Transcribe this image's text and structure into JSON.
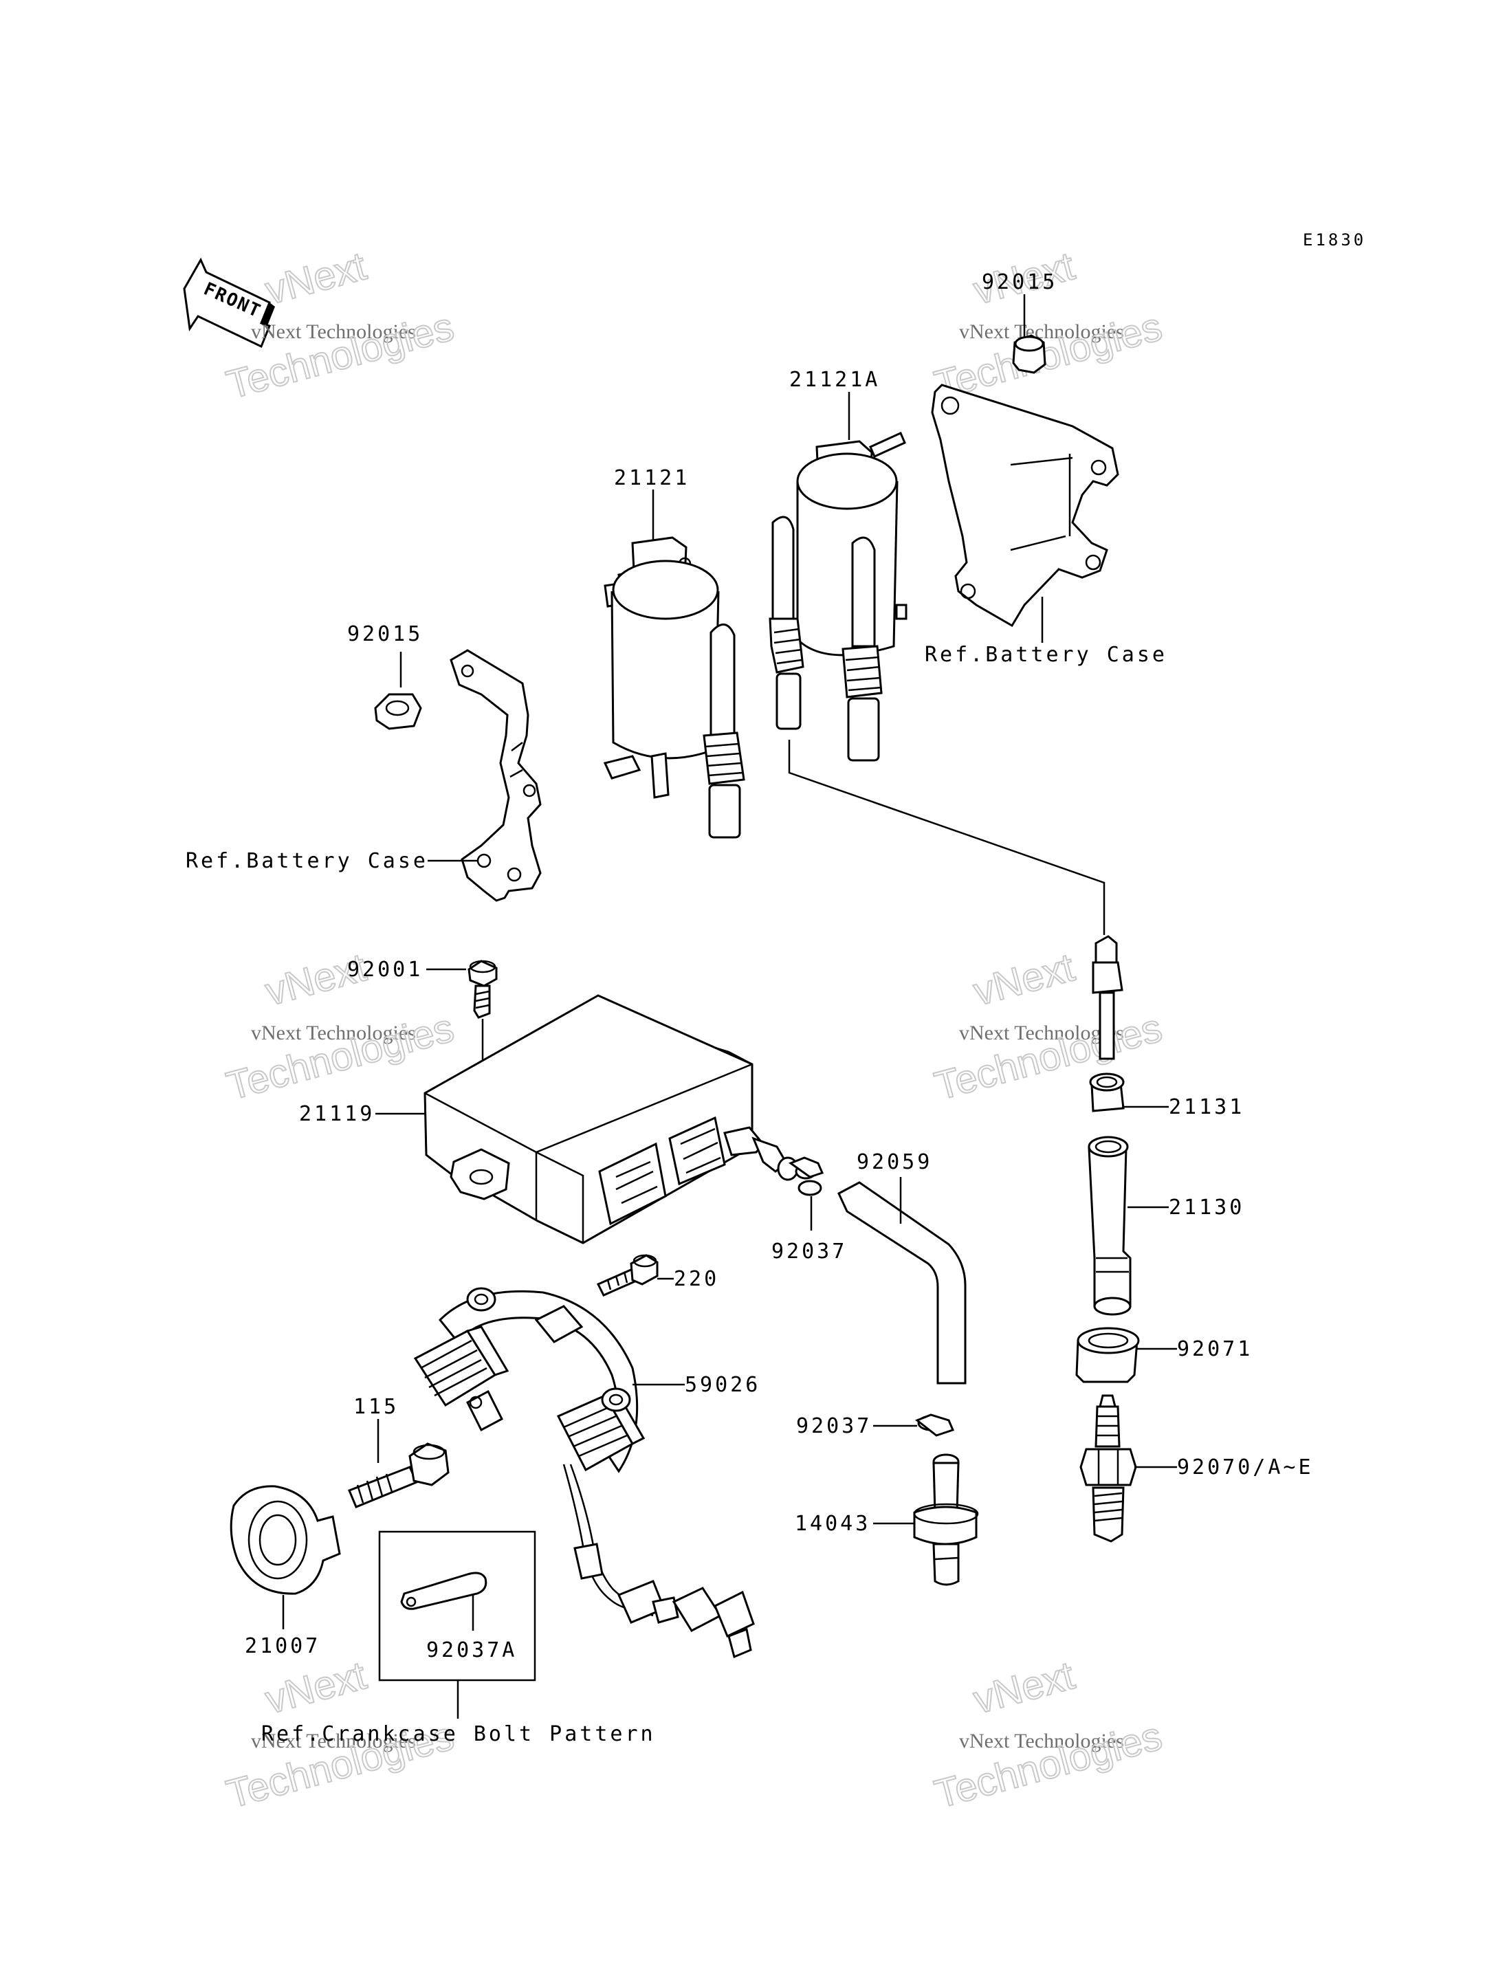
{
  "diagram_code": "E1830",
  "front_arrow_label": "FRONT",
  "watermark": {
    "line1": "vNext",
    "line2": "vNext Technologies",
    "line3": "Technologies"
  },
  "labels": {
    "p92015_top": "92015",
    "p21121A": "21121A",
    "p21121": "21121",
    "ref_battery_case_right": "Ref.Battery Case",
    "p92015_left": "92015",
    "ref_battery_case_left": "Ref.Battery Case",
    "p92001": "92001",
    "p21119": "21119",
    "p21131": "21131",
    "p21130": "21130",
    "p92059": "92059",
    "p92037_upper": "92037",
    "p220": "220",
    "p59026": "59026",
    "p92071": "92071",
    "p115": "115",
    "p92037_lower": "92037",
    "p92070": "92070/A~E",
    "p14043": "14043",
    "p21007": "21007",
    "p92037A": "92037A",
    "ref_crankcase": "Ref.Crankcase Bolt Pattern"
  }
}
